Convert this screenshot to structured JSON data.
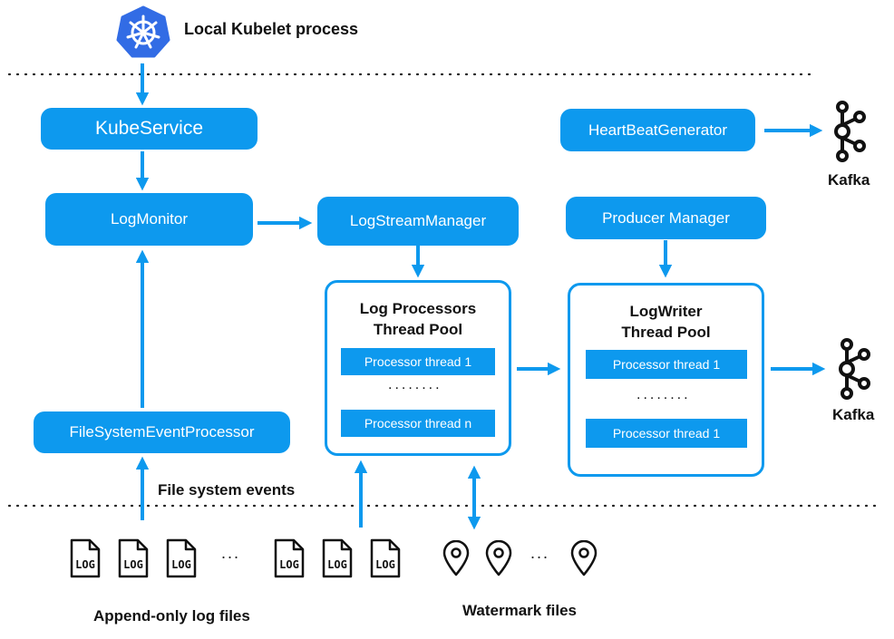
{
  "header": {
    "kubelet_label": "Local Kubelet process"
  },
  "services": {
    "kubeservice": "KubeService",
    "logmonitor": "LogMonitor",
    "logstreammanager": "LogStreamManager",
    "heartbeatgenerator": "HeartBeatGenerator",
    "producermanager": "Producer Manager",
    "filesystemeventprocessor": "FileSystemEventProcessor"
  },
  "processors_pool": {
    "title_line1": "Log Processors",
    "title_line2": "Thread Pool",
    "thread_first": "Processor thread 1",
    "ellipsis": "........",
    "thread_last": "Processor thread n"
  },
  "writer_pool": {
    "title_line1": "LogWriter",
    "title_line2": "Thread Pool",
    "thread_first": "Processor thread 1",
    "ellipsis": "........",
    "thread_last": "Processor thread 1"
  },
  "kafka": {
    "top_label": "Kafka",
    "bottom_label": "Kafka"
  },
  "bottom": {
    "fs_events_label": "File system events",
    "log_files_label": "Append-only log files",
    "watermark_label": "Watermark files",
    "log_icon_text": "LOG",
    "ellipsis": "..."
  },
  "colors": {
    "accent": "#0d99ee",
    "kubernetes": "#326ce5",
    "text": "#111111"
  },
  "icons": [
    "kubernetes-icon",
    "kafka-icon",
    "log-file-icon",
    "location-pin-icon"
  ]
}
